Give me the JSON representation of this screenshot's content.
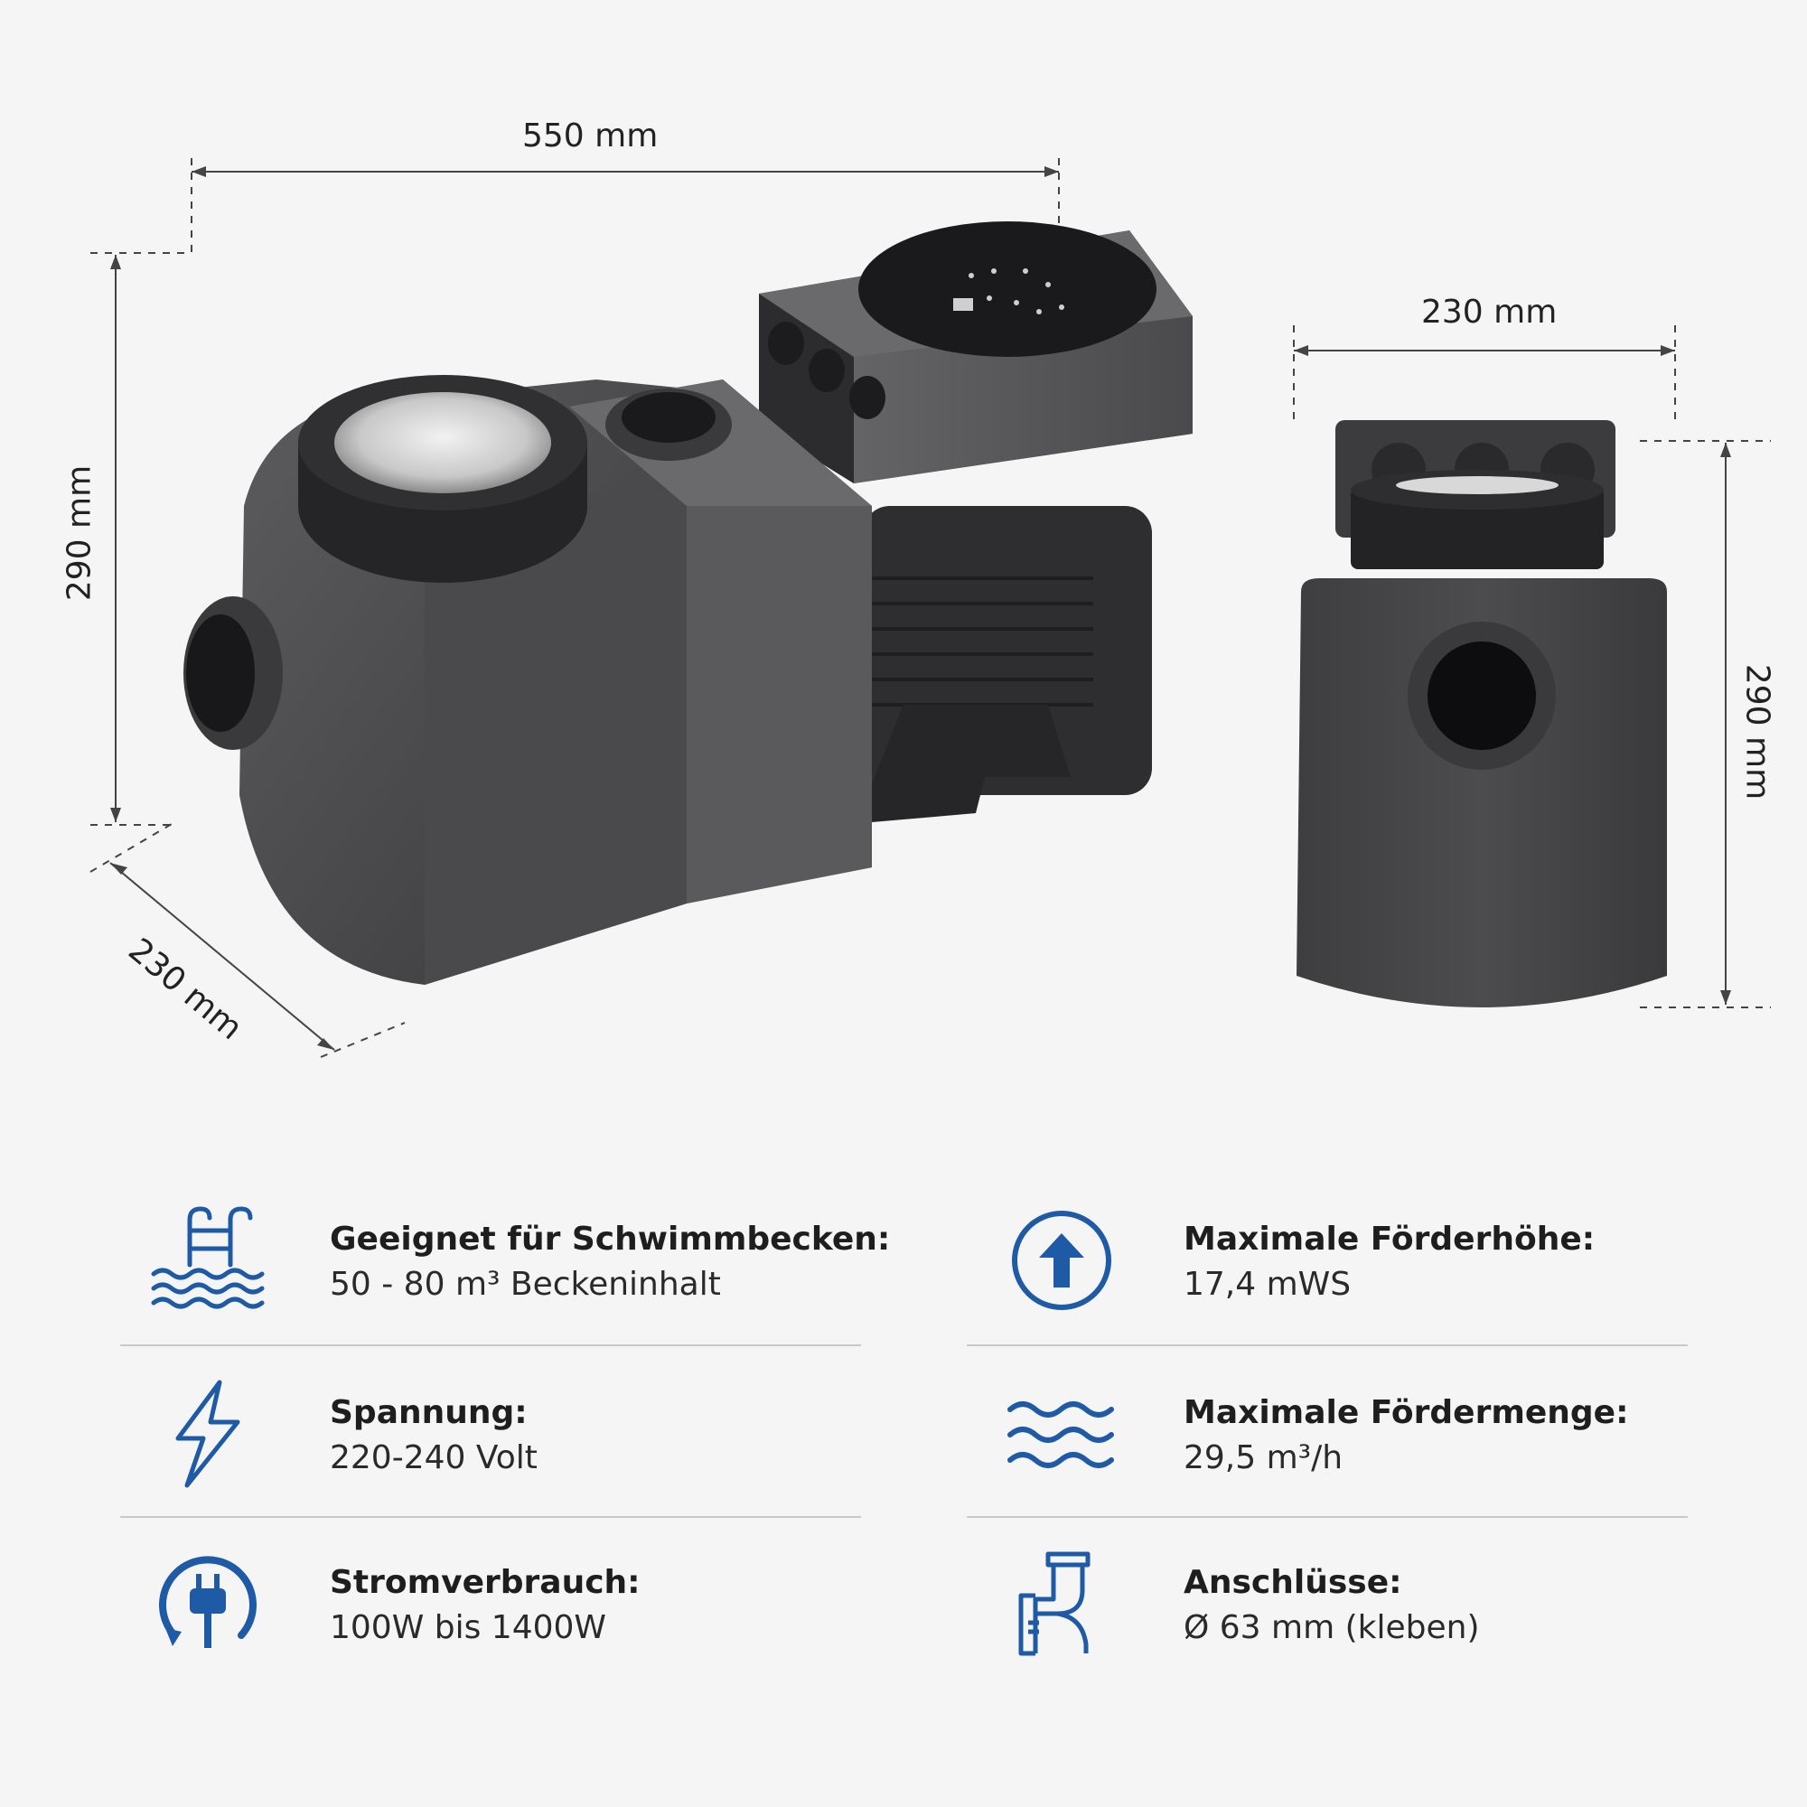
{
  "dimensions": {
    "main_width": "550 mm",
    "main_height": "290 mm",
    "main_depth": "230 mm",
    "side_width": "230 mm",
    "side_height": "290 mm"
  },
  "accent_color": "#1f5aa6",
  "features": [
    {
      "icon": "pool-ladder-icon",
      "title": "Geeignet für Schwimmbecken:",
      "value": "50 - 80 m³ Beckeninhalt"
    },
    {
      "icon": "arrow-up-circle-icon",
      "title": "Maximale Förderhöhe:",
      "value": "17,4 mWS"
    },
    {
      "icon": "lightning-icon",
      "title": "Spannung:",
      "value": "220-240 Volt"
    },
    {
      "icon": "waves-icon",
      "title": "Maximale Fördermenge:",
      "value": "29,5 m³/h"
    },
    {
      "icon": "power-plug-icon",
      "title": "Stromverbrauch:",
      "value": "100W bis 1400W"
    },
    {
      "icon": "pipe-connection-icon",
      "title": "Anschlüsse:",
      "value": "Ø 63 mm (kleben)"
    }
  ]
}
